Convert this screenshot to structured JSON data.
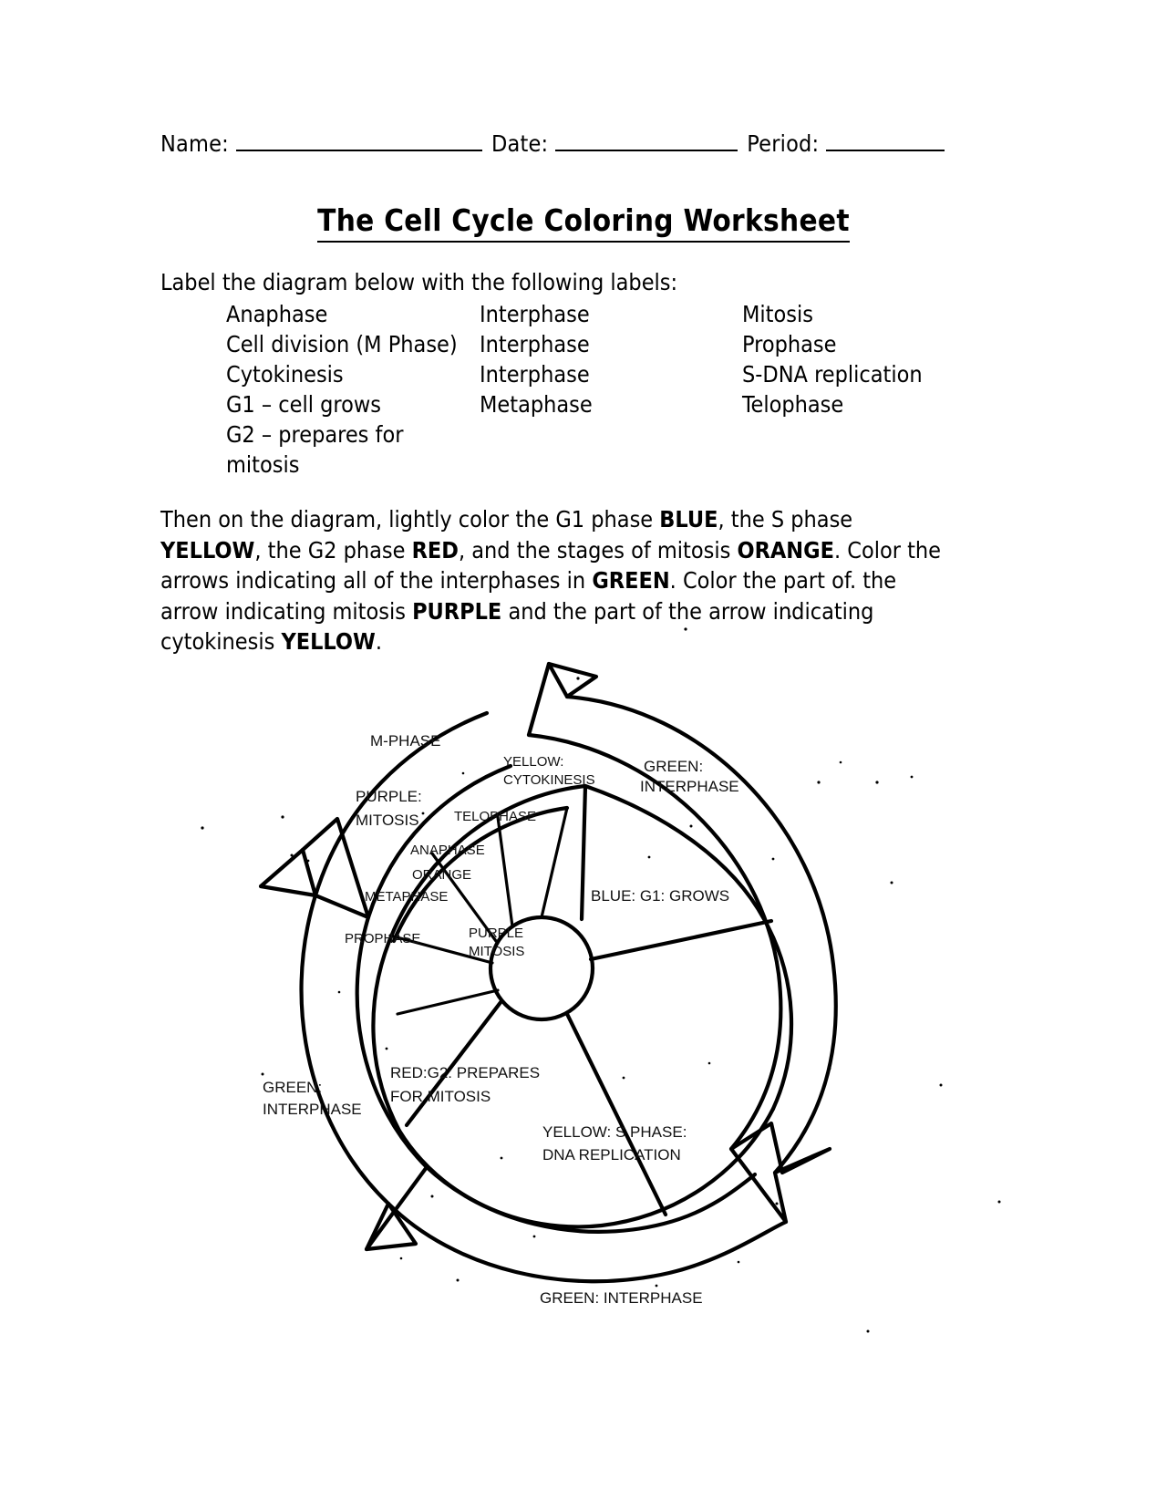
{
  "header": {
    "name_label": "Name:",
    "date_label": "Date:",
    "period_label": "Period:"
  },
  "title": "The Cell Cycle Coloring Worksheet",
  "instructions": {
    "intro": "Label the diagram below with the following labels:",
    "label_rows": [
      {
        "c0": "Anaphase",
        "c1": "Interphase",
        "c2": "Mitosis"
      },
      {
        "c0": "Cell division (M Phase)",
        "c1": "Interphase",
        "c2": "Prophase"
      },
      {
        "c0": "Cytokinesis",
        "c1": "Interphase",
        "c2": "S-DNA replication"
      },
      {
        "c0": "G1 – cell grows",
        "c1": "Metaphase",
        "c2": "Telophase"
      },
      {
        "c0": "G2 – prepares for mitosis",
        "c1": "",
        "c2": ""
      }
    ],
    "paragraph": {
      "p1": "Then on the diagram, lightly color the G1 phase ",
      "b1": "BLUE",
      "p2": ", the S phase ",
      "b2": "YELLOW",
      "p3": ", the G2 phase ",
      "b3": "RED",
      "p4": ", and the stages of mitosis ",
      "b4": "ORANGE",
      "p5": ".  Color the arrows indicating all of the interphases in ",
      "b5": "GREEN",
      "p6": ".  Color the part of. the arrow indicating mitosis ",
      "b6": "PURPLE",
      "p7": " and the part of the arrow indicating cytokinesis ",
      "b7": "YELLOW",
      "p8": "."
    }
  },
  "diagram": {
    "title": "cell-cycle-diagram",
    "labels": {
      "m_phase": "M-PHASE",
      "yellow_cytokinesis_l1": "YELLOW:",
      "yellow_cytokinesis_l2": "CYTOKINESIS",
      "green_interphase_top_l1": "GREEN:",
      "green_interphase_top_l2": "INTERPHASE",
      "purple_mitosis_outer_l1": "PURPLE:",
      "purple_mitosis_outer_l2": "MITOSIS",
      "telophase": "TELOPHASE",
      "anaphase": "ANAPHASE",
      "orange": "ORANGE",
      "metaphase": "METAPHASE",
      "prophase": "PROPHASE",
      "purple_mitosis_inner_l1": "PURPLE",
      "purple_mitosis_inner_l2": "MITOSIS",
      "blue_g1": "BLUE: G1: GROWS",
      "red_g2_l1": "RED:G2: PREPARES",
      "red_g2_l2": "FOR MITOSIS",
      "yellow_s_l1": "YELLOW: S PHASE:",
      "yellow_s_l2": "DNA REPLICATION",
      "green_interphase_left_l1": "GREEN:",
      "green_interphase_left_l2": "INTERPHASE",
      "green_interphase_bottom": "GREEN: INTERPHASE"
    }
  }
}
